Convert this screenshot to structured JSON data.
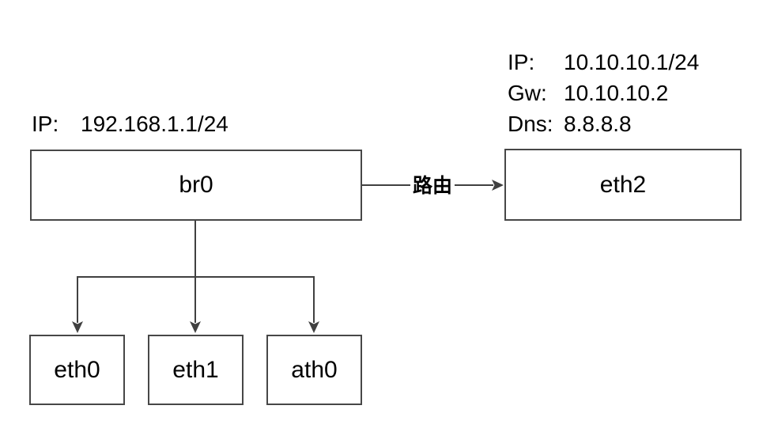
{
  "colors": {
    "line": "#404040",
    "border": "#474747",
    "text": "#000000",
    "background": "#ffffff"
  },
  "bridge": {
    "label": "br0",
    "ip": {
      "key": "IP:",
      "value": "192.168.1.1/24"
    }
  },
  "wan": {
    "label": "eth2",
    "info": [
      {
        "key": "IP:",
        "value": "10.10.10.1/24"
      },
      {
        "key": "Gw:",
        "value": "10.10.10.2"
      },
      {
        "key": "Dns:",
        "value": "8.8.8.8"
      }
    ]
  },
  "route": {
    "label": "路由"
  },
  "ports": [
    {
      "label": "eth0"
    },
    {
      "label": "eth1"
    },
    {
      "label": "ath0"
    }
  ]
}
